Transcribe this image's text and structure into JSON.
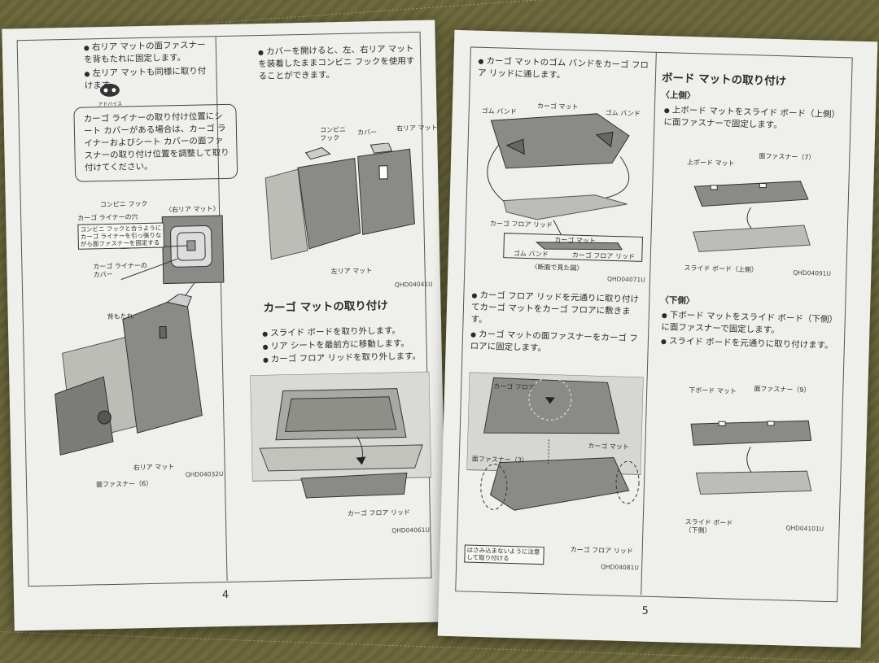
{
  "left_page": {
    "col1": {
      "bullet1": "右リア マットの面ファスナーを背もたれに固定します。",
      "bullet2": "左リア マットも同様に取り付けます。",
      "advice_label": "アドバイス",
      "advice_text": "カーゴ ライナーの取り付け位置にシート カバーがある場合は、カーゴ ライナーおよびシート カバーの面ファスナーの取り付け位置を調整して取り付けてください。",
      "labels": {
        "compini_hook": "コンピニ フック",
        "right_rear_mat_paren": "〈右リア マット〉",
        "cargo_liner_hole": "カーゴ ライナーの穴",
        "hook_instruction": "コンビニ フックと合うようにカーゴ ライナーを引っ張りながら面ファスナーを固定する",
        "cargo_liner_cover": "カーゴ ライナーのカバー",
        "seatback": "背もたれ",
        "right_rear_mat": "右リア マット",
        "velcro_6": "面ファスナー（6）"
      },
      "code": "QHD04032U"
    },
    "col2": {
      "bullet1": "カバーを開けると、左、右リア マットを装着したままコンビニ フックを使用することができます。",
      "labels": {
        "compini_hook": "コンビニ フック",
        "cover": "カバー",
        "right_rear_mat": "右リア マット",
        "left_rear_mat": "左リア マット"
      },
      "code1": "QHD04041U",
      "heading": "カーゴ マットの取り付け",
      "steps": [
        "スライド ボードを取り外します。",
        "リア シートを最前方に移動します。",
        "カーゴ フロア リッドを取り外します。"
      ],
      "lid_label": "カーゴ フロア リッド",
      "code2": "QHD04061U"
    },
    "page_number": "4"
  },
  "right_page": {
    "col1": {
      "bullet1": "カーゴ マットのゴム バンドをカーゴ フロア リッドに通します。",
      "labels": {
        "rubber_band_l": "ゴム バンド",
        "cargo_mat": "カーゴ マット",
        "rubber_band_r": "ゴム バンド",
        "cargo_floor_lid": "カーゴ フロア リッド",
        "section_mat": "カーゴ マット",
        "section_band": "ゴム バンド",
        "section_lid": "カーゴ フロア リッド",
        "section_caption": "〈断面で見た図〉"
      },
      "code1": "QHD04071U",
      "bullet2": "カーゴ フロア リッドを元通りに取り付けてカーゴ マットをカーゴ フロアに敷きます。",
      "bullet3": "カーゴ マットの面ファスナーをカーゴ フロアに固定します。",
      "labels2": {
        "cargo_floor": "カーゴ フロア",
        "cargo_mat": "カーゴ マット",
        "velcro_3": "面ファスナー（3）",
        "caution": "はさみ込まないように注意して取り付ける",
        "cargo_floor_lid": "カーゴ フロア リッド"
      },
      "code2": "QHD04081U"
    },
    "col2": {
      "heading": "ボード マットの取り付け",
      "upper_heading": "〈上側〉",
      "upper_bullet": "上ボード マットをスライド ボード（上側）に面ファスナーで固定します。",
      "upper_labels": {
        "upper_board_mat": "上ボード マット",
        "velcro_7": "面ファスナー（7）",
        "slide_board_upper": "スライド ボード（上側）"
      },
      "code1": "QHD04091U",
      "lower_heading": "〈下側〉",
      "lower_bullet1": "下ボード マットをスライド ボード（下側）に面ファスナーで固定します。",
      "lower_bullet2": "スライド ボードを元通りに取り付けます。",
      "lower_labels": {
        "lower_board_mat": "下ボード マット",
        "velcro_9": "面ファスナー（9）",
        "slide_board_lower": "スライド ボード（下側）"
      },
      "code2": "QHD04101U"
    },
    "page_number": "5"
  }
}
